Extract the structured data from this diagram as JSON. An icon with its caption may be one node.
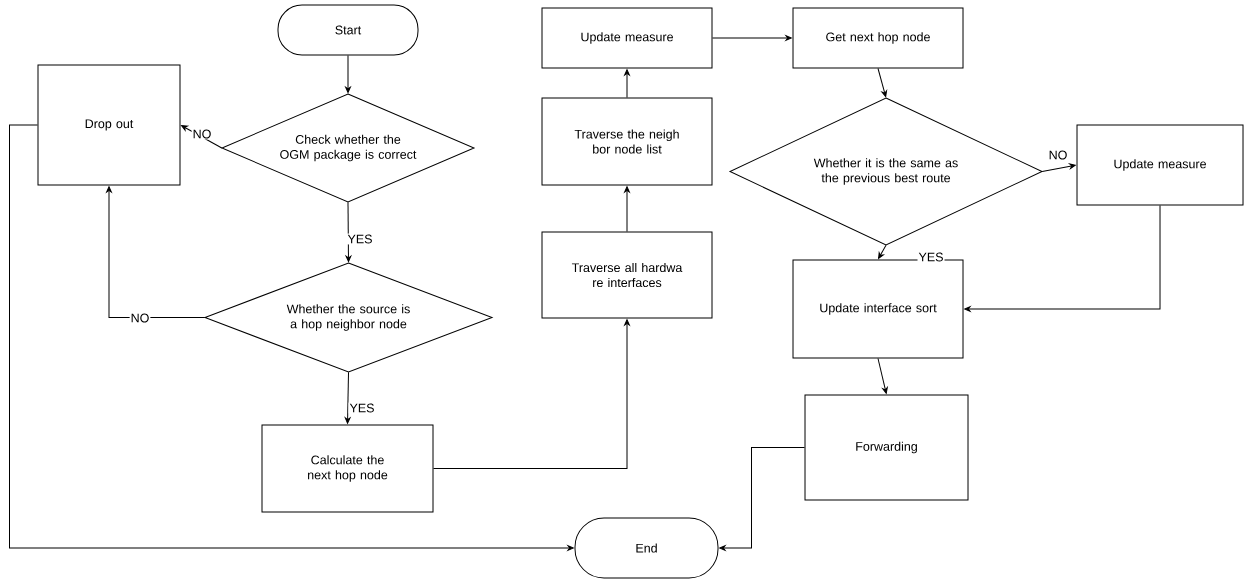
{
  "diagram": {
    "nodes": [
      {
        "text": [
          "Start"
        ]
      },
      {
        "text": [
          "Drop out"
        ]
      },
      {
        "text": [
          "Check whether the OGM package is correct"
        ]
      },
      {
        "text": [
          "Whether the source is a hop neighbor node"
        ]
      },
      {
        "text": [
          "Calculate the next hop node"
        ]
      },
      {
        "text": [
          "Traverse all hardwa re interfaces"
        ]
      },
      {
        "text": [
          "Traverse the neigh bor node list"
        ]
      },
      {
        "text": [
          "Update measure"
        ]
      },
      {
        "text": [
          "Get next hop node"
        ]
      },
      {
        "text": [
          "Whether it is the same as the previous best route"
        ]
      },
      {
        "text": [
          "Update measure"
        ]
      },
      {
        "text": [
          "Update interface sort"
        ]
      },
      {
        "text": [
          "Forwarding"
        ]
      },
      {
        "text": [
          "End"
        ]
      }
    ],
    "edges": [
      {
        "from": 0,
        "to": 2,
        "arrow": "to"
      },
      {
        "from": 2,
        "to": 1,
        "arrow": "to",
        "label": "NO"
      },
      {
        "from": 2,
        "to": 3,
        "arrow": "to",
        "label": "YES"
      },
      {
        "from": 3,
        "to": 1,
        "arrow": "to",
        "label": "NO"
      },
      {
        "from": 3,
        "to": 4,
        "arrow": "to",
        "label": "YES"
      },
      {
        "from": 1,
        "to": 13,
        "arrow": "to"
      },
      {
        "from": 4,
        "to": 5,
        "arrow": "to"
      },
      {
        "from": 5,
        "to": 6,
        "arrow": "to"
      },
      {
        "from": 6,
        "to": 7,
        "arrow": "to"
      },
      {
        "from": 7,
        "to": 8,
        "arrow": "to"
      },
      {
        "from": 8,
        "to": 9,
        "arrow": "to"
      },
      {
        "from": 9,
        "to": 10,
        "arrow": "to",
        "label": "NO"
      },
      {
        "from": 9,
        "to": 11,
        "arrow": "to",
        "label": "YES"
      },
      {
        "from": 10,
        "to": 11,
        "arrow": "to"
      },
      {
        "from": 11,
        "to": 12,
        "arrow": "to"
      },
      {
        "from": 12,
        "to": 13,
        "arrow": "to"
      }
    ]
  }
}
